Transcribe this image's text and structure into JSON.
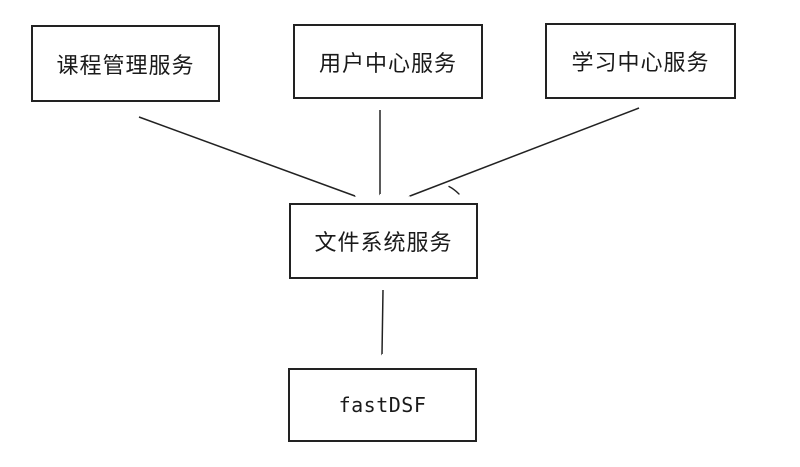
{
  "diagram": {
    "background_color": "#ffffff",
    "line_color": "#222222",
    "nodes": [
      {
        "id": "course",
        "label": "课程管理服务"
      },
      {
        "id": "user",
        "label": "用户中心服务"
      },
      {
        "id": "learning",
        "label": "学习中心服务"
      },
      {
        "id": "file",
        "label": "文件系统服务"
      },
      {
        "id": "fastdsf",
        "label": "fastDSF"
      }
    ],
    "edges": [
      {
        "from": "course",
        "to": "file",
        "style": "open-arrow"
      },
      {
        "from": "user",
        "to": "file",
        "style": "open-arrow"
      },
      {
        "from": "learning",
        "to": "file",
        "style": "open-arrow"
      },
      {
        "from": "file",
        "to": "fastdsf",
        "style": "open-arrow"
      }
    ],
    "annotations": [
      {
        "id": "stray-tick",
        "description": "small stray tick mark above file box"
      }
    ]
  }
}
